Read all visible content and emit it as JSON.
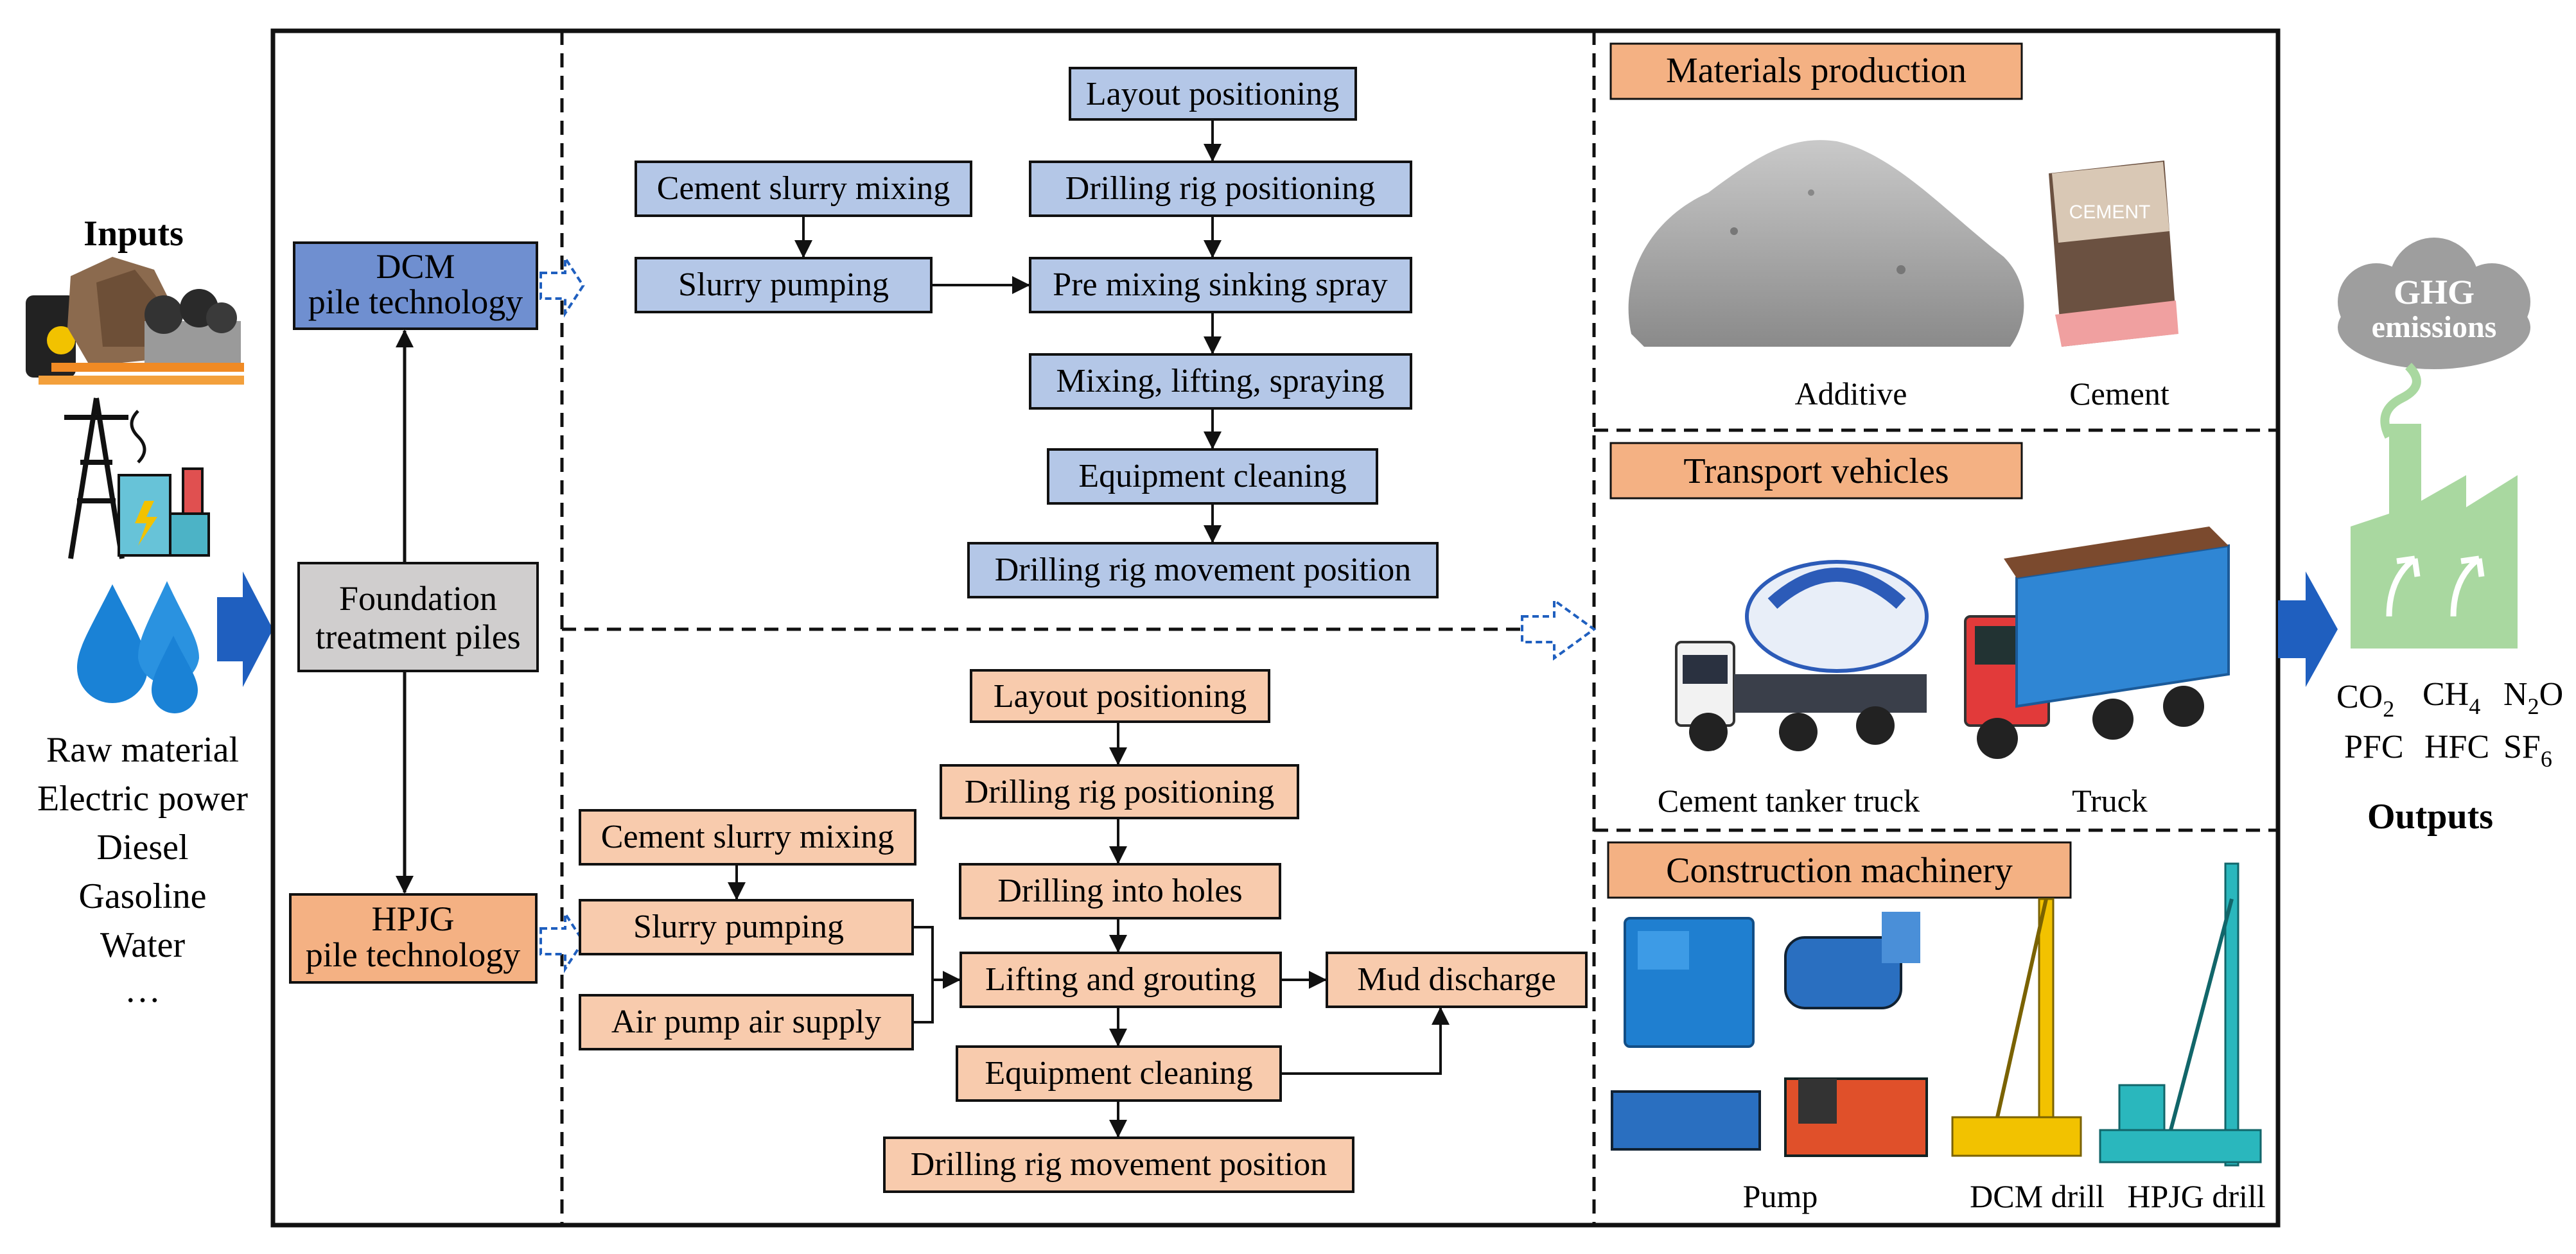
{
  "colors": {
    "blue_fill": "#b4c7e7",
    "blue_dark": "#6f8fd0",
    "orange_fill": "#f8cbad",
    "orange_dark": "#f4b183",
    "gray_fill": "#d0cece",
    "arrow_blue": "#1f5fbf",
    "factory_green": "#a9d8a0",
    "cloud_gray": "#9e9e9e"
  },
  "inputs": {
    "title": "Inputs",
    "items": [
      "Raw material",
      "Electric power",
      "Diesel",
      "Gasoline",
      "Water",
      "…"
    ]
  },
  "tech": {
    "dcm_line1": "DCM",
    "dcm_line2": "pile technology",
    "foundation_line1": "Foundation",
    "foundation_line2": "treatment piles",
    "hpjg_line1": "HPJG",
    "hpjg_line2": "pile technology"
  },
  "dcm_process": {
    "layout": "Layout positioning",
    "rig_positioning": "Drilling rig positioning",
    "cement_mixing": "Cement slurry mixing",
    "slurry_pumping": "Slurry pumping",
    "pre_mixing": "Pre mixing sinking spray",
    "mixing_lifting": "Mixing, lifting, spraying",
    "cleaning": "Equipment cleaning",
    "movement": "Drilling rig movement position"
  },
  "hpjg_process": {
    "layout": "Layout positioning",
    "rig_positioning": "Drilling rig positioning",
    "drilling_holes": "Drilling into holes",
    "cement_mixing": "Cement slurry mixing",
    "slurry_pumping": "Slurry pumping",
    "air_pump": "Air pump air supply",
    "lifting_grouting": "Lifting and grouting",
    "mud_discharge": "Mud discharge",
    "cleaning": "Equipment cleaning",
    "movement": "Drilling rig movement position"
  },
  "materials": {
    "title": "Materials production",
    "additive": "Additive",
    "cement": "Cement",
    "bag_label": "CEMENT"
  },
  "transport": {
    "title": "Transport vehicles",
    "tanker": "Cement tanker truck",
    "truck": "Truck"
  },
  "machinery": {
    "title": "Construction machinery",
    "pump": "Pump",
    "dcm_drill": "DCM drill",
    "hpjg_drill": "HPJG drill"
  },
  "outputs": {
    "cloud_line1": "GHG",
    "cloud_line2": "emissions",
    "co2": "CO",
    "co2_sub": "2",
    "ch4": "CH",
    "ch4_sub": "4",
    "n2o_pre": "N",
    "n2o_sub": "2",
    "n2o_post": "O",
    "pfc": "PFC",
    "hfc": "HFC",
    "sf6": "SF",
    "sf6_sub": "6",
    "title": "Outputs"
  }
}
